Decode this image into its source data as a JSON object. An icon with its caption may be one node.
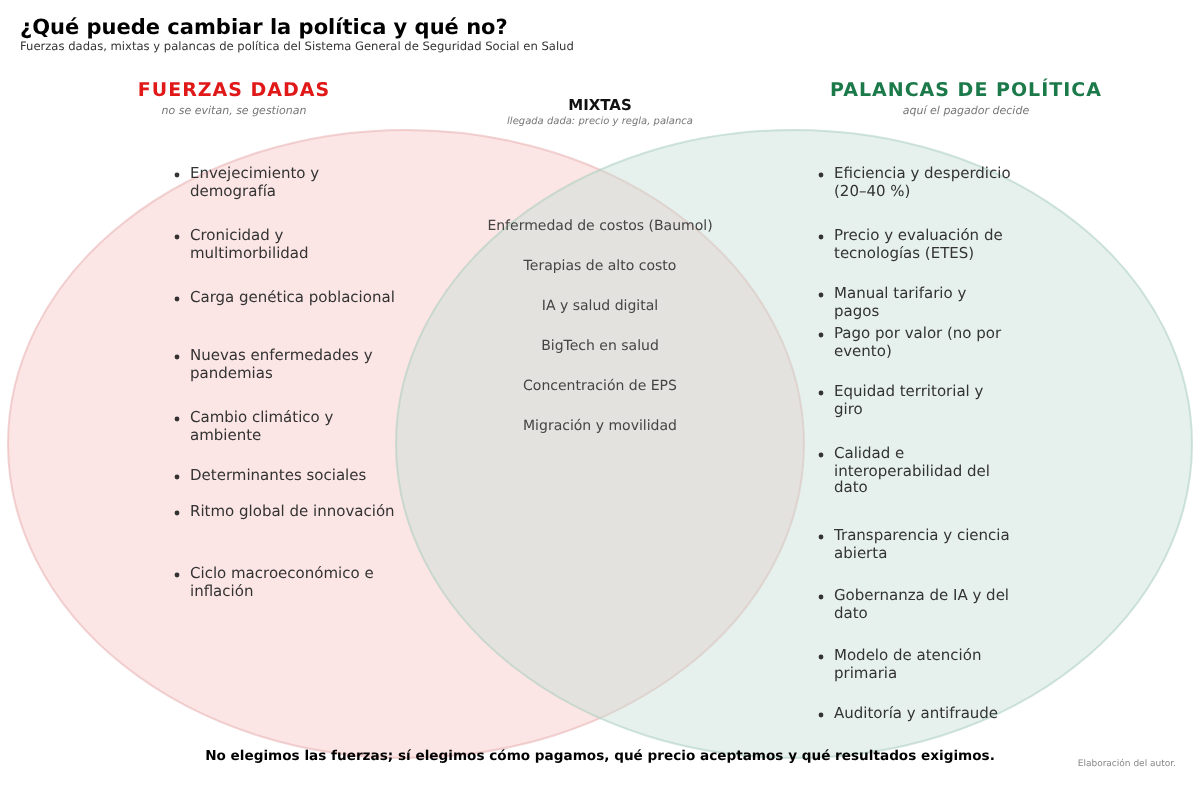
{
  "diagram": {
    "title": "¿Qué puede cambiar la política y qué no?",
    "caption": "No elegimos las fuerzas; sí elegimos cómo pagamos, qué precio aceptamos y qué resultados exigimos.",
    "nodes": [
      {
        "text": [
          "FUERZAS DADAS",
          "no se evitan, se gestionan",
          "Envejecimiento y demografía",
          "Cronicidad y multimorbilidad",
          "Carga genética poblacional",
          "Nuevas enfermedades y pandemias",
          "Cambio climático y ambiente",
          "Determinantes sociales",
          "Ritmo global de innovación",
          "Ciclo macroeconómico e inflación"
        ]
      },
      {
        "text": [
          "PALANCAS DE POLÍTICA",
          "aquí el pagador decide",
          "Eficiencia y desperdicio (20–40 %)",
          "Precio y evaluación de tecnologías (ETES)",
          "Manual tarifario y pagos",
          "Pago por valor (no por evento)",
          "Equidad territorial y giro",
          "Calidad e interoperabilidad del dato",
          "Transparencia y ciencia abierta",
          "Gobernanza de IA y del dato",
          "Modelo de atención primaria",
          "Auditoría y antifraude"
        ]
      }
    ],
    "edges": [],
    "labels": [
      "Fuerzas dadas, mixtas y palancas de política del Sistema General de Seguridad Social en Salud",
      "MIXTAS",
      "llegada dada: precio y regla, palanca",
      "Enfermedad de costos (Baumol)",
      "Terapias de alto costo",
      "IA y salud digital",
      "BigTech en salud",
      "Concentración de EPS",
      "Migración y movilidad",
      "Elaboración del autor."
    ]
  }
}
